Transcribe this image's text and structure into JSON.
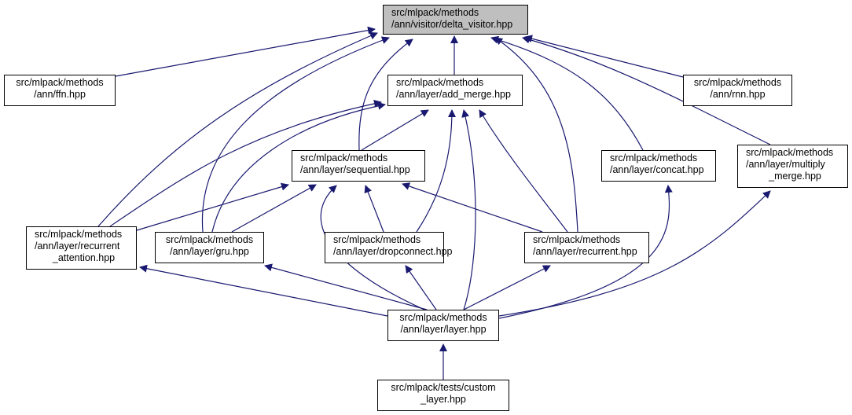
{
  "diagram": {
    "type": "include-dependency-graph",
    "edge_color": "#191970",
    "root_fill": "#bfbfbf",
    "nodes": [
      {
        "id": "delta_visitor",
        "lines": [
          "src/mlpack/methods",
          "/ann/visitor/delta_visitor.hpp"
        ],
        "root": true
      },
      {
        "id": "ffn",
        "lines": [
          "src/mlpack/methods",
          "/ann/ffn.hpp"
        ]
      },
      {
        "id": "add_merge",
        "lines": [
          "src/mlpack/methods",
          "/ann/layer/add_merge.hpp"
        ]
      },
      {
        "id": "rnn",
        "lines": [
          "src/mlpack/methods",
          "/ann/rnn.hpp"
        ]
      },
      {
        "id": "sequential",
        "lines": [
          "src/mlpack/methods",
          "/ann/layer/sequential.hpp"
        ]
      },
      {
        "id": "concat",
        "lines": [
          "src/mlpack/methods",
          "/ann/layer/concat.hpp"
        ]
      },
      {
        "id": "multiply_merge",
        "lines": [
          "src/mlpack/methods",
          "/ann/layer/multiply",
          "_merge.hpp"
        ]
      },
      {
        "id": "recurrent_attention",
        "lines": [
          "src/mlpack/methods",
          "/ann/layer/recurrent",
          "_attention.hpp"
        ]
      },
      {
        "id": "gru",
        "lines": [
          "src/mlpack/methods",
          "/ann/layer/gru.hpp"
        ]
      },
      {
        "id": "dropconnect",
        "lines": [
          "src/mlpack/methods",
          "/ann/layer/dropconnect.hpp"
        ]
      },
      {
        "id": "recurrent",
        "lines": [
          "src/mlpack/methods",
          "/ann/layer/recurrent.hpp"
        ]
      },
      {
        "id": "layer",
        "lines": [
          "src/mlpack/methods",
          "/ann/layer/layer.hpp"
        ]
      },
      {
        "id": "custom_layer",
        "lines": [
          "src/mlpack/tests/custom",
          "_layer.hpp"
        ]
      }
    ],
    "edges": [
      {
        "from": "ffn",
        "to": "delta_visitor"
      },
      {
        "from": "add_merge",
        "to": "delta_visitor"
      },
      {
        "from": "rnn",
        "to": "delta_visitor"
      },
      {
        "from": "sequential",
        "to": "delta_visitor"
      },
      {
        "from": "concat",
        "to": "delta_visitor"
      },
      {
        "from": "multiply_merge",
        "to": "delta_visitor"
      },
      {
        "from": "recurrent_attention",
        "to": "delta_visitor"
      },
      {
        "from": "gru",
        "to": "delta_visitor"
      },
      {
        "from": "recurrent",
        "to": "delta_visitor"
      },
      {
        "from": "sequential",
        "to": "add_merge"
      },
      {
        "from": "recurrent_attention",
        "to": "add_merge"
      },
      {
        "from": "gru",
        "to": "add_merge"
      },
      {
        "from": "dropconnect",
        "to": "add_merge"
      },
      {
        "from": "recurrent",
        "to": "add_merge"
      },
      {
        "from": "layer",
        "to": "add_merge"
      },
      {
        "from": "recurrent_attention",
        "to": "sequential"
      },
      {
        "from": "gru",
        "to": "sequential"
      },
      {
        "from": "dropconnect",
        "to": "sequential"
      },
      {
        "from": "recurrent",
        "to": "sequential"
      },
      {
        "from": "layer",
        "to": "sequential"
      },
      {
        "from": "layer",
        "to": "recurrent_attention"
      },
      {
        "from": "layer",
        "to": "gru"
      },
      {
        "from": "layer",
        "to": "dropconnect"
      },
      {
        "from": "layer",
        "to": "recurrent"
      },
      {
        "from": "layer",
        "to": "concat"
      },
      {
        "from": "layer",
        "to": "multiply_merge"
      },
      {
        "from": "custom_layer",
        "to": "layer"
      }
    ]
  }
}
